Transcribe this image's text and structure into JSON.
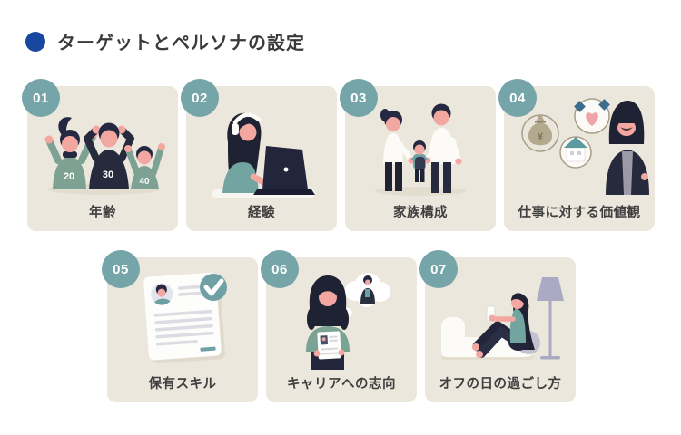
{
  "title": {
    "text": "ターゲットとペルソナの設定"
  },
  "cards": [
    {
      "number": "01",
      "label": "年齢"
    },
    {
      "number": "02",
      "label": "経験"
    },
    {
      "number": "03",
      "label": "家族構成"
    },
    {
      "number": "04",
      "label": "仕事に対する価値観"
    },
    {
      "number": "05",
      "label": "保有スキル"
    },
    {
      "number": "06",
      "label": "キャリアへの志向"
    },
    {
      "number": "07",
      "label": "オフの日の過ごし方"
    }
  ],
  "illustrations": {
    "card01_ages": [
      "20",
      "30",
      "40"
    ],
    "card04_currency": "¥"
  },
  "colors": {
    "accent_blue": "#17479E",
    "badge_teal": "#75A4A9",
    "card_beige": "#ECE7DC"
  }
}
